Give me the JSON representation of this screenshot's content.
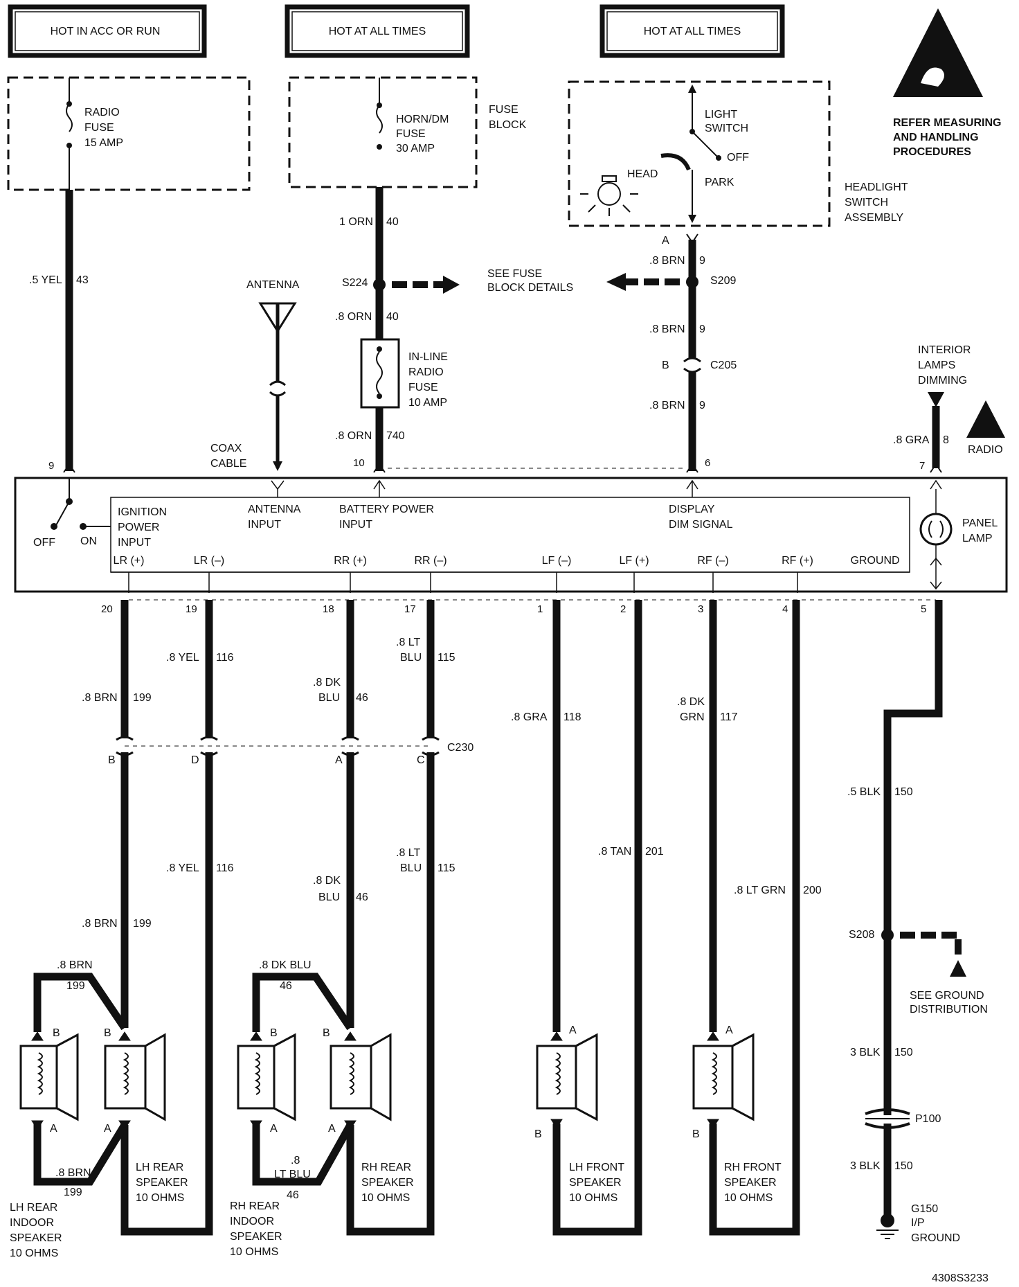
{
  "power_sources": [
    {
      "label": "HOT IN ACC OR RUN"
    },
    {
      "label": "HOT AT ALL TIMES"
    },
    {
      "label": "HOT AT ALL TIMES"
    }
  ],
  "fuses": {
    "radio": [
      "RADIO",
      "FUSE",
      "15 AMP"
    ],
    "horn_dm": [
      "HORN/DM",
      "FUSE",
      "30 AMP"
    ],
    "fuse_block": [
      "FUSE",
      "BLOCK"
    ],
    "inline": [
      "IN-LINE",
      "RADIO",
      "FUSE",
      "10 AMP"
    ]
  },
  "headlight": {
    "light_switch": [
      "LIGHT",
      "SWITCH"
    ],
    "off": "OFF",
    "head": "HEAD",
    "park": "PARK",
    "assembly": [
      "HEADLIGHT",
      "SWITCH",
      "ASSEMBLY"
    ]
  },
  "esd_note": [
    "REFER MEASURING",
    "AND HANDLING",
    "PROCEDURES"
  ],
  "splices": {
    "s224": "S224",
    "s209": "S209",
    "c205": "C205",
    "c230": "C230",
    "s208": "S208",
    "p100": "P100"
  },
  "see_fuse_block": [
    "SEE FUSE",
    "BLOCK DETAILS"
  ],
  "antenna": "ANTENNA",
  "coax": [
    "COAX",
    "CABLE"
  ],
  "interior_dimming": [
    "INTERIOR",
    "LAMPS",
    "DIMMING"
  ],
  "radio_tag": "RADIO",
  "radio_inputs": {
    "ignition": [
      "IGNITION",
      "POWER",
      "INPUT"
    ],
    "antenna": [
      "ANTENNA",
      "INPUT"
    ],
    "battery": [
      "BATTERY POWER",
      "INPUT"
    ],
    "display": [
      "DISPLAY",
      "DIM SIGNAL"
    ],
    "panel_lamp": [
      "PANEL",
      "LAMP"
    ],
    "off": "OFF",
    "on": "ON"
  },
  "terminals": [
    "LR (+)",
    "LR (–)",
    "RR (+)",
    "RR (–)",
    "LF (–)",
    "LF (+)",
    "RF (–)",
    "RF (+)",
    "GROUND"
  ],
  "pins_top": {
    "p9": "9",
    "p10": "10",
    "p6": "6",
    "p7": "7"
  },
  "pins_bottom": {
    "p20": "20",
    "p19": "19",
    "p18": "18",
    "p17": "17",
    "p1": "1",
    "p2": "2",
    "p3": "3",
    "p4": "4",
    "p5": "5"
  },
  "wires": {
    "yel43": [
      ".5 YEL",
      "43"
    ],
    "orn40_a": [
      "1 ORN",
      "40"
    ],
    "orn40_b": [
      ".8 ORN",
      "40"
    ],
    "orn740": [
      ".8 ORN",
      "740"
    ],
    "brn9_a": [
      ".8 BRN",
      "9"
    ],
    "brn9_b": [
      ".8 BRN",
      "9"
    ],
    "brn9_c": [
      ".8 BRN",
      "9"
    ],
    "gra8": [
      ".8 GRA",
      "8"
    ],
    "brn199_a": [
      ".8 BRN",
      "199"
    ],
    "yel116_a": [
      ".8 YEL",
      "116"
    ],
    "dkblu46_a": [
      ".8 DK",
      "BLU",
      "46"
    ],
    "ltblu115_a": [
      ".8 LT",
      "BLU",
      "115"
    ],
    "gra118": [
      ".8 GRA",
      "118"
    ],
    "dkgrn117": [
      ".8 DK",
      "GRN",
      "117"
    ],
    "yel116_b": [
      ".8 YEL",
      "116"
    ],
    "dkblu46_b": [
      ".8 DK",
      "BLU",
      "46"
    ],
    "ltblu115_b": [
      ".8 LT",
      "BLU",
      "115"
    ],
    "tan201": [
      ".8 TAN",
      "201"
    ],
    "ltgrn200": [
      ".8 LT GRN",
      "200"
    ],
    "brn199_b": [
      ".8 BRN",
      "199"
    ],
    "blk150_a": [
      ".5 BLK",
      "150"
    ],
    "blk150_b": [
      "3 BLK",
      "150"
    ],
    "blk150_c": [
      "3 BLK",
      "150"
    ],
    "lh_top": [
      ".8 BRN",
      "199"
    ],
    "lh_bot": [
      ".8 BRN",
      "199"
    ],
    "rh_top": [
      ".8 DK BLU",
      "46"
    ],
    "rh_bot": [
      ".8",
      "LT BLU",
      "46"
    ]
  },
  "connector_letters": {
    "A": "A",
    "B": "B",
    "C": "C",
    "D": "D"
  },
  "speakers": {
    "lh_rear": [
      "LH REAR",
      "SPEAKER",
      "10 OHMS"
    ],
    "lh_rear_indoor": [
      "LH REAR",
      "INDOOR",
      "SPEAKER",
      "10 OHMS"
    ],
    "rh_rear": [
      "RH REAR",
      "SPEAKER",
      "10 OHMS"
    ],
    "rh_rear_indoor": [
      "RH REAR",
      "INDOOR",
      "SPEAKER",
      "10 OHMS"
    ],
    "lh_front": [
      "LH FRONT",
      "SPEAKER",
      "10 OHMS"
    ],
    "rh_front": [
      "RH FRONT",
      "SPEAKER",
      "10 OHMS"
    ]
  },
  "see_ground": [
    "SEE GROUND",
    "DISTRIBUTION"
  ],
  "ground": [
    "G150",
    "I/P",
    "GROUND"
  ],
  "figure_id": "4308S3233"
}
